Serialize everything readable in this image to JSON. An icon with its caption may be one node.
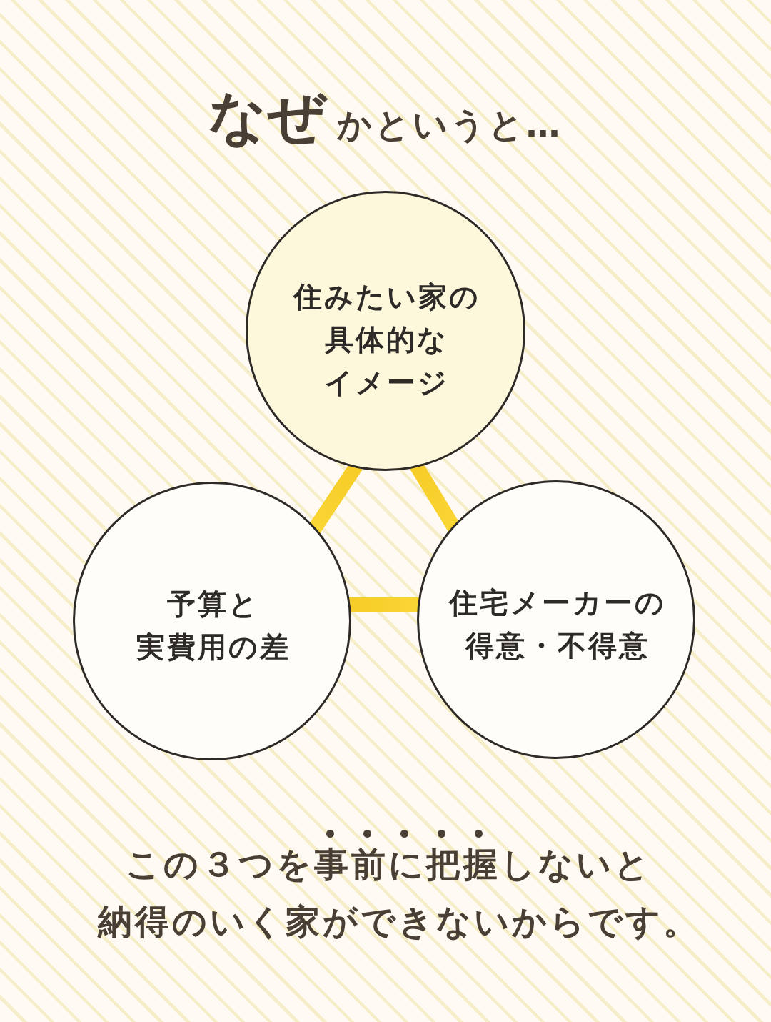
{
  "diagram": {
    "title": "**なぜ**かというと…",
    "nodes": [
      {
        "text": [
          "住みたい家の具体的なイメージ"
        ]
      },
      {
        "text": [
          "予算と実費用の差"
        ]
      },
      {
        "text": [
          "住宅メーカーの得意・不得意"
        ]
      }
    ],
    "edges": [
      {
        "from": 0,
        "to": 1,
        "arrow": "none"
      },
      {
        "from": 0,
        "to": 2,
        "arrow": "none"
      },
      {
        "from": 1,
        "to": 2,
        "arrow": "none"
      }
    ],
    "labels": [
      "この３つを事前に把握しないと納得のいく家ができないからです。"
    ]
  }
}
